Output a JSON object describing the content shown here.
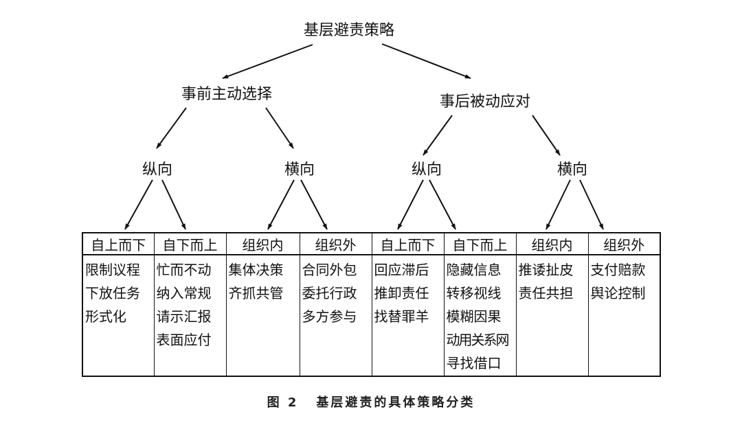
{
  "diagram": {
    "root": "基层避责策略",
    "branches": [
      {
        "label": "事前主动选择",
        "sub": [
          {
            "label": "纵向"
          },
          {
            "label": "横向"
          }
        ]
      },
      {
        "label": "事后被动应对",
        "sub": [
          {
            "label": "纵向"
          },
          {
            "label": "横向"
          }
        ]
      }
    ]
  },
  "table": {
    "headers": [
      "自上而下",
      "自下而上",
      "组织内",
      "组织外",
      "自上而下",
      "自下而上",
      "组织内",
      "组织外"
    ],
    "columns": [
      [
        "限制议程",
        "下放任务",
        "形式化"
      ],
      [
        "忙而不动",
        "纳入常规",
        "请示汇报",
        "表面应付"
      ],
      [
        "集体决策",
        "齐抓共管"
      ],
      [
        "合同外包",
        "委托行政",
        "多方参与"
      ],
      [
        "回应滞后",
        "推卸责任",
        "找替罪羊"
      ],
      [
        "隐藏信息",
        "转移视线",
        "模糊因果",
        "动用关系网",
        "寻找借口"
      ],
      [
        "推诿扯皮",
        "责任共担"
      ],
      [
        "支付赔款",
        "舆论控制"
      ]
    ]
  },
  "caption": {
    "figure_number": "图 2",
    "title": "基层避责的具体策略分类"
  }
}
